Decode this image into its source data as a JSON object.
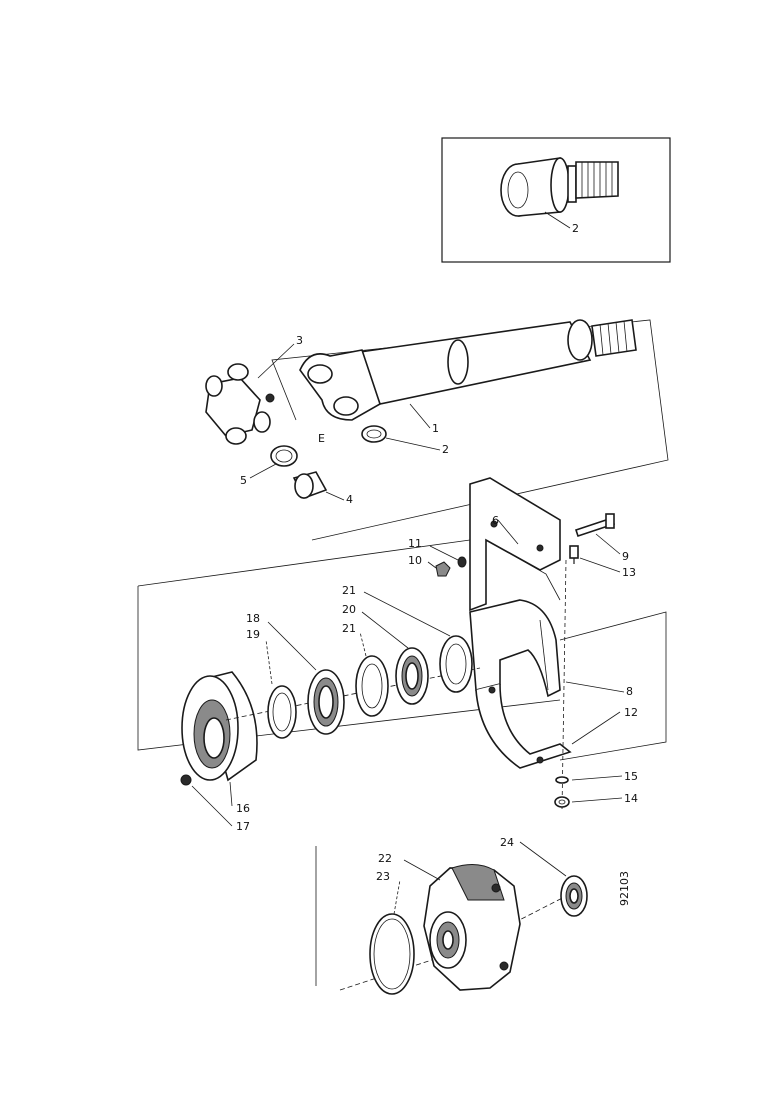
{
  "diagram": {
    "drawing_code": "92103",
    "callouts": {
      "c1": "1",
      "c2": "2",
      "c2b": "2",
      "c3": "3",
      "c4": "4",
      "c5": "5",
      "c6": "6",
      "c8": "8",
      "c9": "9",
      "c10": "10",
      "c11": "11",
      "c12": "12",
      "c13": "13",
      "c14": "14",
      "c15": "15",
      "c16": "16",
      "c17": "17",
      "c18": "18",
      "c19": "19",
      "c20": "20",
      "c21a": "21",
      "c21b": "21",
      "c22": "22",
      "c23": "23",
      "c24": "24",
      "cE": "E"
    }
  }
}
